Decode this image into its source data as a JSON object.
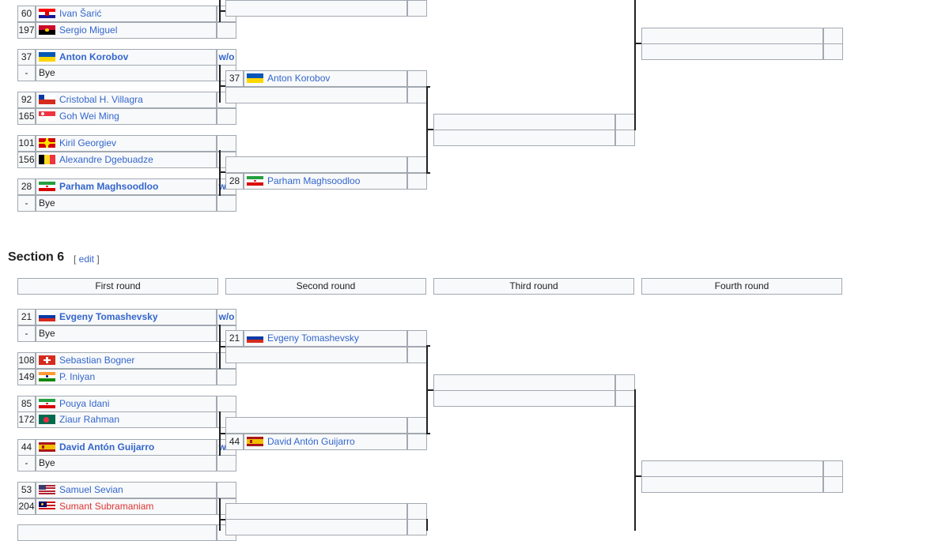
{
  "section": {
    "title": "Section 6",
    "edit_open": "[ ",
    "edit_label": "edit",
    "edit_close": " ]"
  },
  "headers": [
    "First round",
    "Second round",
    "Third round",
    "Fourth round"
  ],
  "top_first_round": [
    {
      "seed": "60",
      "name": "Ivan Šarić",
      "flag": "croatia",
      "score": "",
      "bold": false
    },
    {
      "seed": "197",
      "name": "Sergio Miguel",
      "flag": "angola",
      "score": "",
      "bold": false
    },
    {
      "seed": "37",
      "name": "Anton Korobov",
      "flag": "ukraine",
      "score": "w/o",
      "bold": true
    },
    {
      "seed": "-",
      "name": "Bye",
      "flag": "",
      "score": "",
      "bold": false
    },
    {
      "seed": "92",
      "name": "Cristobal H. Villagra",
      "flag": "chile",
      "score": "",
      "bold": false
    },
    {
      "seed": "165",
      "name": "Goh Wei Ming",
      "flag": "singapore",
      "score": "",
      "bold": false
    },
    {
      "seed": "101",
      "name": "Kiril Georgiev",
      "flag": "macedonia",
      "score": "",
      "bold": false
    },
    {
      "seed": "156",
      "name": "Alexandre Dgebuadze",
      "flag": "belgium",
      "score": "",
      "bold": false
    },
    {
      "seed": "28",
      "name": "Parham Maghsoodloo",
      "flag": "iran",
      "score": "w/o",
      "bold": true
    },
    {
      "seed": "-",
      "name": "Bye",
      "flag": "",
      "score": "",
      "bold": false
    }
  ],
  "top_second_round": [
    {
      "seed": "",
      "name": "",
      "flag": "",
      "score": ""
    },
    {
      "seed": "37",
      "name": "Anton Korobov",
      "flag": "ukraine",
      "score": ""
    },
    {
      "seed": "",
      "name": "",
      "flag": "",
      "score": ""
    },
    {
      "seed": "",
      "name": "",
      "flag": "",
      "score": ""
    },
    {
      "seed": "28",
      "name": "Parham Maghsoodloo",
      "flag": "iran",
      "score": ""
    }
  ],
  "bottom_first_round": [
    {
      "seed": "21",
      "name": "Evgeny Tomashevsky",
      "flag": "russia",
      "score": "w/o",
      "bold": true
    },
    {
      "seed": "-",
      "name": "Bye",
      "flag": "",
      "score": "",
      "bold": false
    },
    {
      "seed": "108",
      "name": "Sebastian Bogner",
      "flag": "switzerland",
      "score": "",
      "bold": false
    },
    {
      "seed": "149",
      "name": "P. Iniyan",
      "flag": "india",
      "score": "",
      "bold": false
    },
    {
      "seed": "85",
      "name": "Pouya Idani",
      "flag": "iran",
      "score": "",
      "bold": false
    },
    {
      "seed": "172",
      "name": "Ziaur Rahman",
      "flag": "bangladesh",
      "score": "",
      "bold": false
    },
    {
      "seed": "44",
      "name": "David Antón Guijarro",
      "flag": "spain",
      "score": "w/o",
      "bold": true
    },
    {
      "seed": "-",
      "name": "Bye",
      "flag": "",
      "score": "",
      "bold": false
    },
    {
      "seed": "53",
      "name": "Samuel Sevian",
      "flag": "usa",
      "score": "",
      "bold": false
    },
    {
      "seed": "204",
      "name": "Sumant Subramaniam",
      "flag": "malaysia",
      "score": "",
      "bold": false,
      "red": true
    }
  ],
  "bottom_second_round": [
    {
      "seed": "21",
      "name": "Evgeny Tomashevsky",
      "flag": "russia",
      "score": ""
    },
    {
      "seed": "",
      "name": "",
      "flag": "",
      "score": ""
    },
    {
      "seed": "",
      "name": "",
      "flag": "",
      "score": ""
    },
    {
      "seed": "44",
      "name": "David Antón Guijarro",
      "flag": "spain",
      "score": ""
    },
    {
      "seed": "",
      "name": "",
      "flag": "",
      "score": ""
    }
  ],
  "colors": {
    "link": "#3366cc",
    "red_link": "#dd3333",
    "border": "#a2a9b1",
    "cell_bg": "#f8f9fa"
  }
}
